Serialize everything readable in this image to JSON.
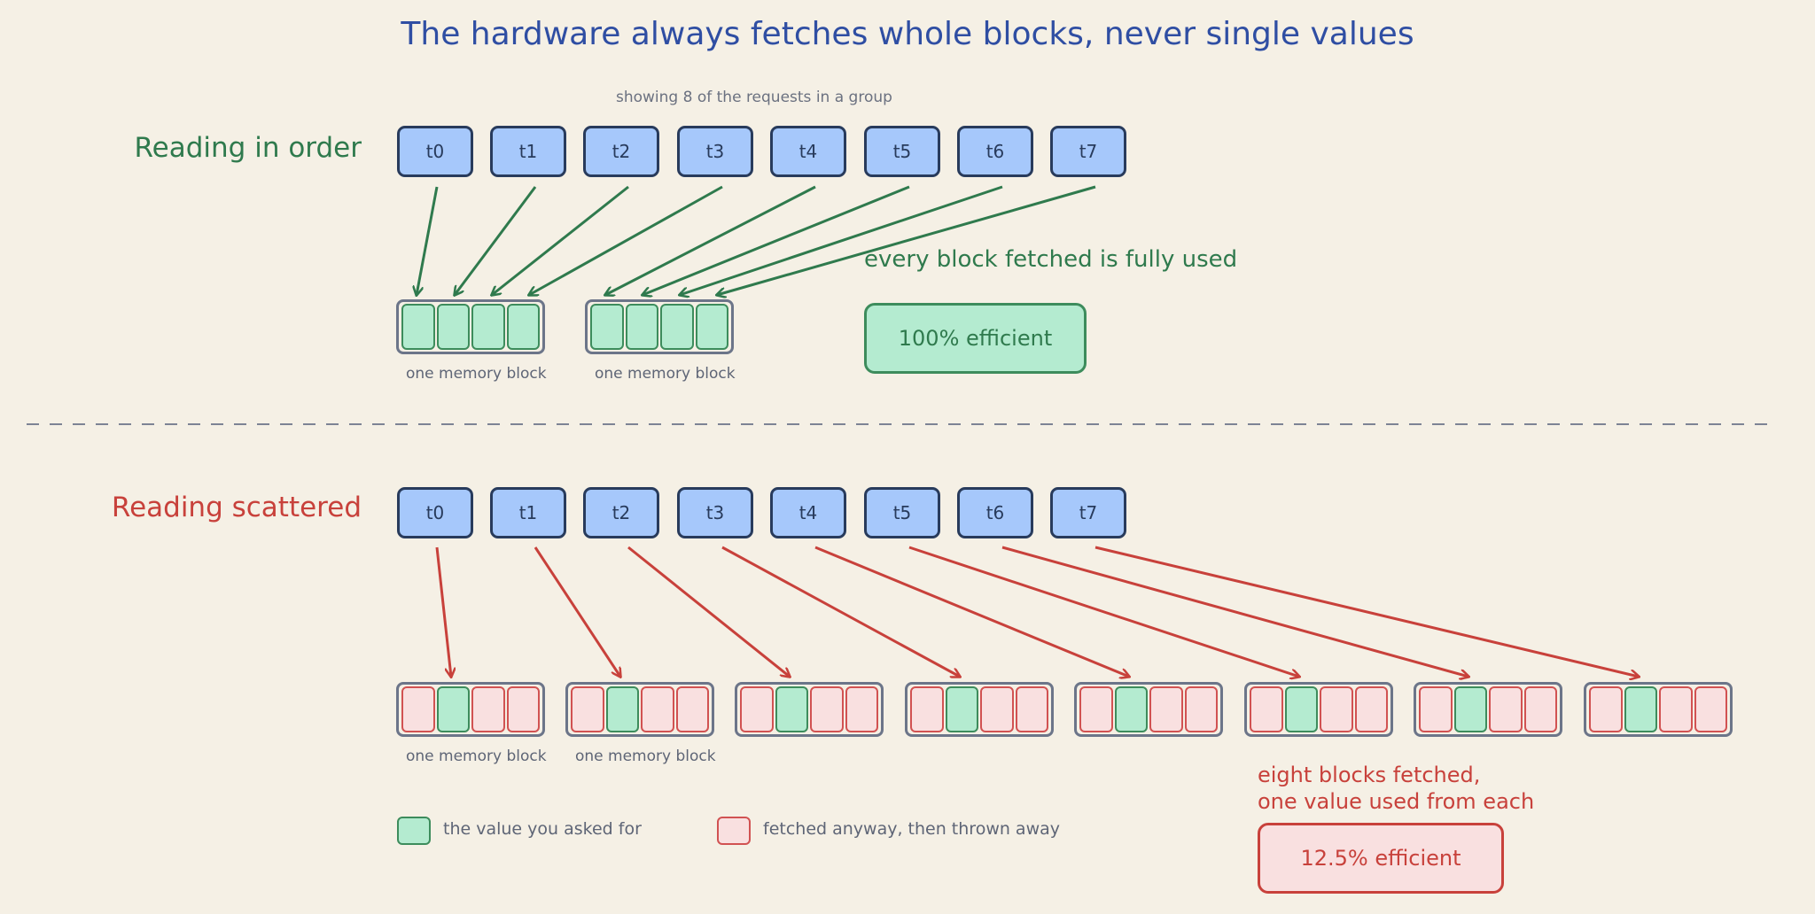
{
  "title": "The hardware always fetches whole blocks, never single values",
  "subtitle": "showing 8 of the requests in a group",
  "sections": {
    "ordered": {
      "label": "Reading in order",
      "threads": [
        "t0",
        "t1",
        "t2",
        "t3",
        "t4",
        "t5",
        "t6",
        "t7"
      ],
      "block_caption": "one memory block",
      "note": "every block fetched is fully used",
      "badge": "100% efficient",
      "blocks_fetched": 2,
      "values_per_block": 4
    },
    "scattered": {
      "label": "Reading scattered",
      "threads": [
        "t0",
        "t1",
        "t2",
        "t3",
        "t4",
        "t5",
        "t6",
        "t7"
      ],
      "block_caption": "one memory block",
      "note_line1": "eight blocks fetched,",
      "note_line2": "one value used from each",
      "badge": "12.5% efficient",
      "blocks_fetched": 8,
      "used_cell_index": 1
    }
  },
  "legend": {
    "used_label": "the value you asked for",
    "waste_label": "fetched anyway, then thrown away"
  },
  "colors": {
    "ordered": "#2f7a4d",
    "scattered": "#c8413b",
    "thread_fill": "#a6c8fb",
    "used_fill": "#b4ebd0",
    "waste_fill": "#f9e0e0"
  }
}
